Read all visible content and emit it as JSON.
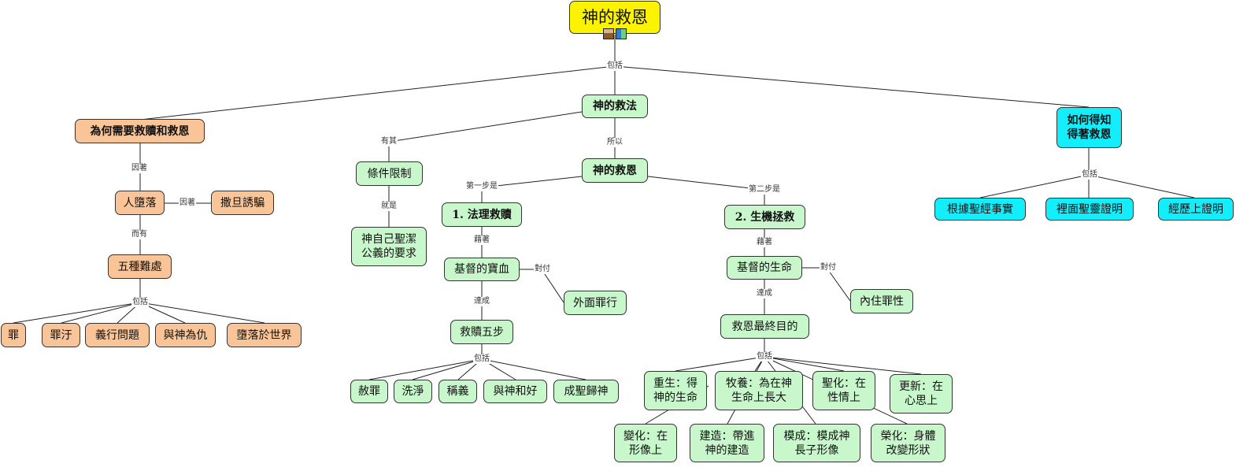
{
  "root": {
    "title": "神的救恩"
  },
  "nodes": {
    "why": "為何需要救贖和救恩",
    "fall": "人墮落",
    "satan": "撒旦誘騙",
    "five": "五種難處",
    "sin": "罪",
    "filth": "罪汙",
    "righteous_problem": "義行問題",
    "enmity": "與神為仇",
    "world": "墮落於世界",
    "method": "神的救法",
    "condition": "條件限制",
    "god_req": "神自己聖潔\n公義的要求",
    "salvation": "神的救恩",
    "step1": "1. 法理救贖",
    "blood": "基督的寶血",
    "outer_sin": "外面罪行",
    "five_steps": "救贖五步",
    "forgive": "赦罪",
    "wash": "洗淨",
    "justify": "稱義",
    "reconcile": "與神和好",
    "sanctify_return": "成聖歸神",
    "step2": "2. 生機拯救",
    "life": "基督的生命",
    "inner_sin": "內住罪性",
    "final_goal": "救恩最終目的",
    "regen": "重生：得\n神的生命",
    "nourish": "牧養：為在神\n生命上長大",
    "sanctify": "聖化：在\n性情上",
    "renew": "更新：在\n心思上",
    "transform": "變化：在\n形像上",
    "build": "建造：帶進\n神的建造",
    "conform": "模成：模成神\n長子形像",
    "glorify": "榮化：身體\n改變形狀",
    "how_know": "如何得知\n得著救恩",
    "scripture": "根據聖經事實",
    "spirit": "裡面聖靈證明",
    "history": "經歷上證明"
  },
  "edge_labels": {
    "include_root": "包括",
    "because": "因著",
    "because2": "因著",
    "and_have": "而有",
    "include_five": "包括",
    "have_its": "有其",
    "therefore": "所以",
    "is": "就是",
    "first_step": "第一步是",
    "second_step": "第二步是",
    "by1": "藉著",
    "by2": "藉著",
    "deal1": "對付",
    "deal2": "對付",
    "achieve1": "達成",
    "achieve2": "達成",
    "include_steps": "包括",
    "include_goal": "包括",
    "include_know": "包括"
  },
  "icons": [
    "document-icon",
    "book-icon"
  ],
  "colors": {
    "problem": "#f9c598",
    "salvation": "#c9f7cc",
    "knowing": "#12eefb",
    "root": "#fbf300"
  }
}
